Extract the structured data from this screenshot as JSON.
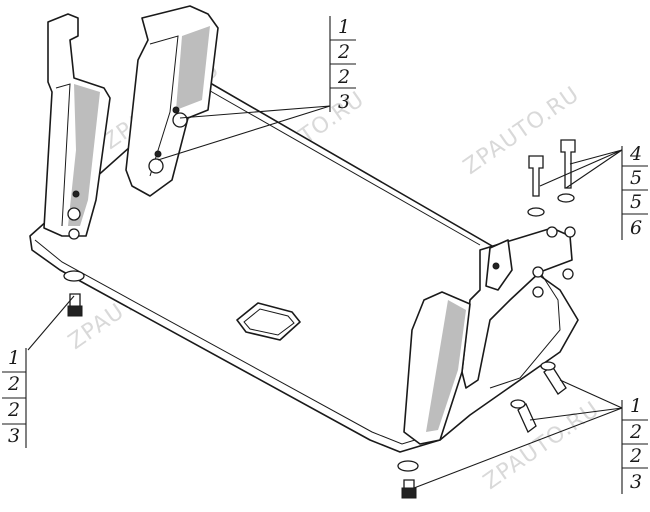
{
  "watermark": "ZPAUTO.RU",
  "callouts": [
    {
      "id": "top-center",
      "labels": [
        "1",
        "2",
        "2",
        "3"
      ]
    },
    {
      "id": "right-upper",
      "labels": [
        "4",
        "5",
        "5",
        "6"
      ]
    },
    {
      "id": "left-lower",
      "labels": [
        "1",
        "2",
        "2",
        "3"
      ]
    },
    {
      "id": "right-lower",
      "labels": [
        "1",
        "2",
        "2",
        "3"
      ]
    }
  ]
}
